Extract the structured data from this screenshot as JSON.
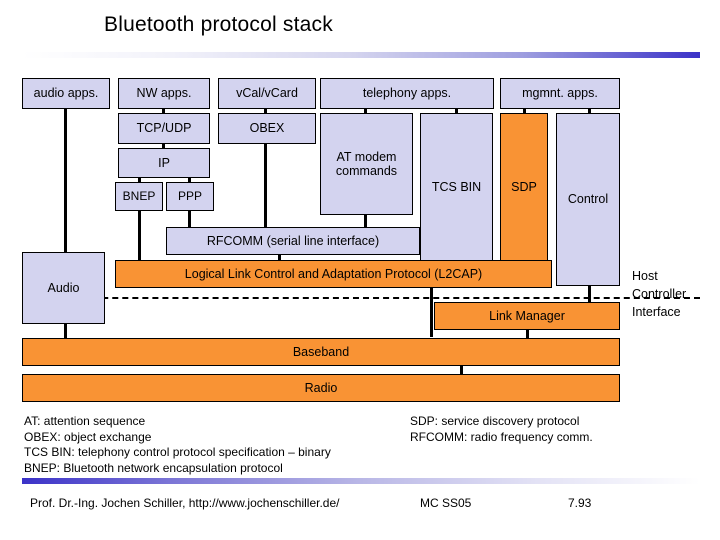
{
  "slide": {
    "title": "Bluetooth protocol stack",
    "accent_color": "#3b32c8",
    "box_fill_lavender": "#d3d3ef",
    "box_fill_orange": "#f99334"
  },
  "diagram": {
    "apps_row": [
      {
        "label": "audio apps."
      },
      {
        "label": "NW apps."
      },
      {
        "label": "vCal/vCard"
      },
      {
        "label": "telephony apps."
      },
      {
        "label": "mgmnt. apps."
      }
    ],
    "boxes": {
      "tcp_udp": "TCP/UDP",
      "obex": "OBEX",
      "ip": "IP",
      "bnep": "BNEP",
      "ppp": "PPP",
      "at_modem": "AT modem commands",
      "tcs_bin": "TCS BIN",
      "sdp": "SDP",
      "control": "Control",
      "rfcomm": "RFCOMM (serial line interface)",
      "audio": "Audio",
      "l2cap": "Logical Link Control and Adaptation Protocol (L2CAP)",
      "link_manager": "Link Manager",
      "baseband": "Baseband",
      "radio": "Radio"
    },
    "hci_label": [
      "Host",
      "Controller",
      "Interface"
    ]
  },
  "legend": {
    "left": [
      "AT: attention sequence",
      "OBEX: object exchange",
      "TCS BIN: telephony control protocol specification – binary",
      "BNEP: Bluetooth network encapsulation protocol"
    ],
    "right": [
      "SDP: service discovery protocol",
      "RFCOMM: radio frequency comm."
    ]
  },
  "footer": {
    "author": "Prof. Dr.-Ing. Jochen Schiller, http://www.jochenschiller.de/",
    "course": "MC SS05",
    "page": "7.93"
  }
}
